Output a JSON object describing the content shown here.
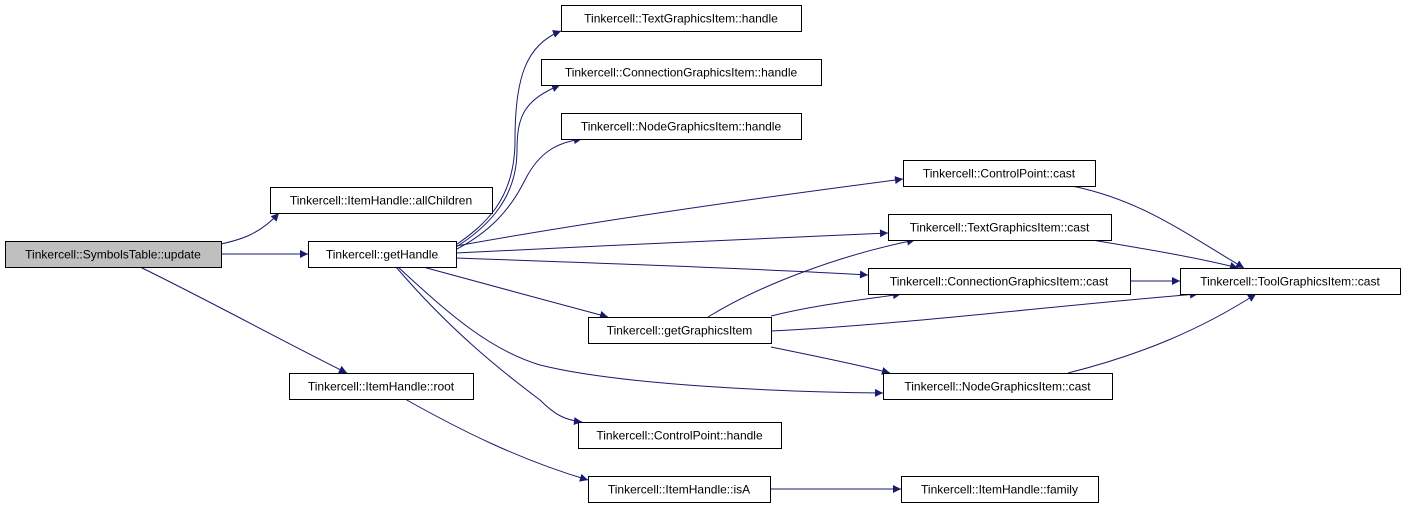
{
  "diagram": {
    "nodes": [
      {
        "id": "symbols_update",
        "label": "Tinkercell::SymbolsTable::update",
        "highlighted": true
      },
      {
        "id": "allchildren",
        "label": "Tinkercell::ItemHandle::allChildren"
      },
      {
        "id": "gethandle",
        "label": "Tinkercell::getHandle"
      },
      {
        "id": "root",
        "label": "Tinkercell::ItemHandle::root"
      },
      {
        "id": "text_handle",
        "label": "Tinkercell::TextGraphicsItem::handle"
      },
      {
        "id": "conn_handle",
        "label": "Tinkercell::ConnectionGraphicsItem::handle"
      },
      {
        "id": "node_handle",
        "label": "Tinkercell::NodeGraphicsItem::handle"
      },
      {
        "id": "getgraphicsitem",
        "label": "Tinkercell::getGraphicsItem"
      },
      {
        "id": "cp_handle",
        "label": "Tinkercell::ControlPoint::handle"
      },
      {
        "id": "isa",
        "label": "Tinkercell::ItemHandle::isA"
      },
      {
        "id": "cp_cast",
        "label": "Tinkercell::ControlPoint::cast"
      },
      {
        "id": "text_cast",
        "label": "Tinkercell::TextGraphicsItem::cast"
      },
      {
        "id": "conn_cast",
        "label": "Tinkercell::ConnectionGraphicsItem::cast"
      },
      {
        "id": "node_cast",
        "label": "Tinkercell::NodeGraphicsItem::cast"
      },
      {
        "id": "family",
        "label": "Tinkercell::ItemHandle::family"
      },
      {
        "id": "tool_cast",
        "label": "Tinkercell::ToolGraphicsItem::cast"
      }
    ],
    "edges": [
      {
        "from": "symbols_update",
        "to": "allchildren"
      },
      {
        "from": "symbols_update",
        "to": "gethandle"
      },
      {
        "from": "symbols_update",
        "to": "root"
      },
      {
        "from": "gethandle",
        "to": "text_handle"
      },
      {
        "from": "gethandle",
        "to": "conn_handle"
      },
      {
        "from": "gethandle",
        "to": "node_handle"
      },
      {
        "from": "gethandle",
        "to": "cp_cast"
      },
      {
        "from": "gethandle",
        "to": "text_cast"
      },
      {
        "from": "gethandle",
        "to": "conn_cast"
      },
      {
        "from": "gethandle",
        "to": "getgraphicsitem"
      },
      {
        "from": "gethandle",
        "to": "node_cast"
      },
      {
        "from": "gethandle",
        "to": "cp_handle"
      },
      {
        "from": "root",
        "to": "isa"
      },
      {
        "from": "getgraphicsitem",
        "to": "text_cast"
      },
      {
        "from": "getgraphicsitem",
        "to": "conn_cast"
      },
      {
        "from": "getgraphicsitem",
        "to": "tool_cast"
      },
      {
        "from": "getgraphicsitem",
        "to": "node_cast"
      },
      {
        "from": "isa",
        "to": "family"
      },
      {
        "from": "cp_cast",
        "to": "tool_cast"
      },
      {
        "from": "text_cast",
        "to": "tool_cast"
      },
      {
        "from": "conn_cast",
        "to": "tool_cast"
      },
      {
        "from": "node_cast",
        "to": "tool_cast"
      }
    ],
    "colors": {
      "edge": "#191970",
      "node_border": "#000000",
      "node_fill": "#ffffff",
      "highlighted_fill": "#bfbfbf"
    }
  }
}
